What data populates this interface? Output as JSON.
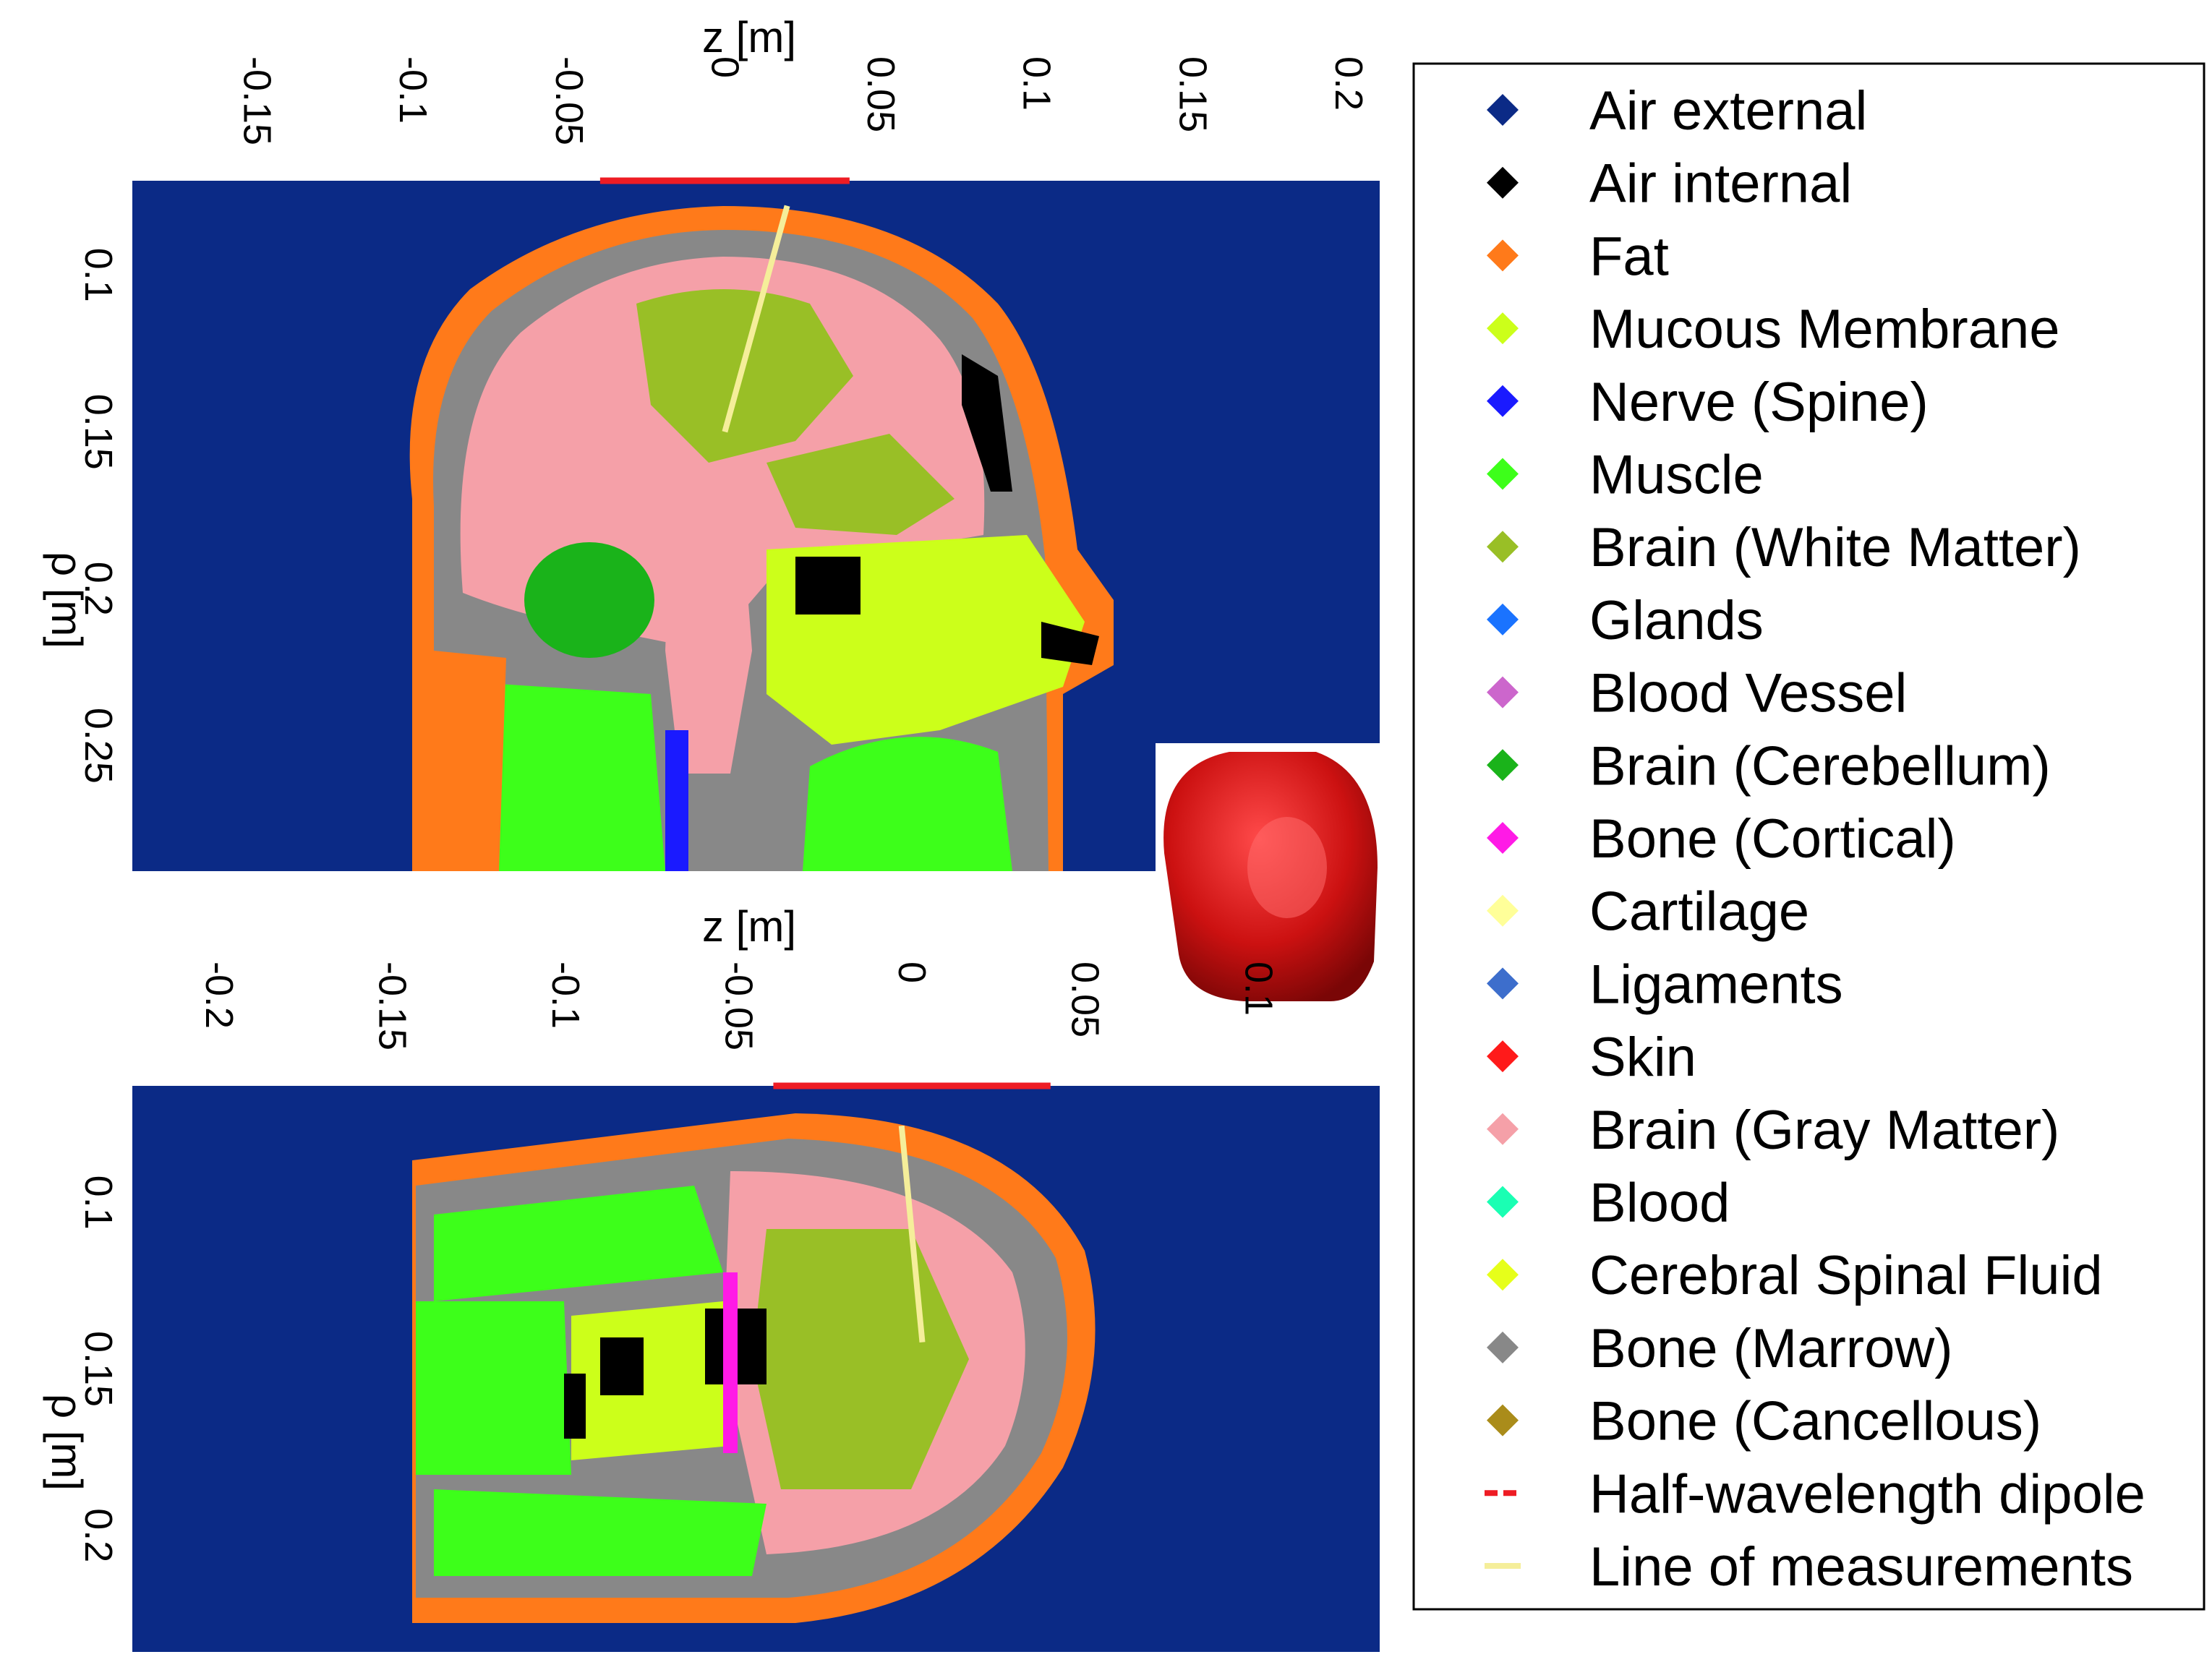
{
  "colors": {
    "background_region": "#0b2a86",
    "legend_border": "#000000",
    "head_inset": "#cc1111"
  },
  "chart_data": [
    {
      "type": "heatmap",
      "panel": "sagittal",
      "xlabel": "z [m]",
      "ylabel": "ρ [m]",
      "x_ticks": [
        "-0.15",
        "-0.1",
        "-0.05",
        "0",
        "0.05",
        "0.1",
        "0.15",
        "0.2"
      ],
      "x_tick_values": [
        -0.15,
        -0.1,
        -0.05,
        0,
        0.05,
        0.1,
        0.15,
        0.2
      ],
      "y_ticks": [
        "0.1",
        "0.15",
        "0.2",
        "0.25"
      ],
      "y_tick_values": [
        0.1,
        0.15,
        0.2,
        0.25
      ],
      "xlim": [
        -0.19,
        0.21
      ],
      "ylim": [
        0.07,
        0.29
      ],
      "dipole": {
        "z_start": -0.04,
        "z_end": 0.04
      },
      "measurement_line": {
        "z0": 0.02,
        "rho0": 0.078,
        "z1": 0.0,
        "rho1": 0.15
      }
    },
    {
      "type": "heatmap",
      "panel": "transverse",
      "xlabel": "z [m]",
      "ylabel": "ρ [m]",
      "x_ticks": [
        "-0.2",
        "-0.15",
        "-0.1",
        "-0.05",
        "0",
        "0.05",
        "0.1"
      ],
      "x_tick_values": [
        -0.2,
        -0.15,
        -0.1,
        -0.05,
        0,
        0.05,
        0.1
      ],
      "y_ticks": [
        "0.1",
        "0.15",
        "0.2"
      ],
      "y_tick_values": [
        0.1,
        0.15,
        0.2
      ],
      "xlim": [
        -0.225,
        0.135
      ],
      "ylim": [
        0.065,
        0.235
      ],
      "dipole": {
        "z_start": -0.04,
        "z_end": 0.04
      },
      "measurement_line": {
        "z0": -0.003,
        "rho0": 0.077,
        "z1": 0.003,
        "rho1": 0.142
      }
    }
  ],
  "legend": {
    "items": [
      {
        "label": "Air external",
        "color": "#0b2a86",
        "marker": "diamond"
      },
      {
        "label": "Air internal",
        "color": "#000000",
        "marker": "diamond"
      },
      {
        "label": "Fat",
        "color": "#ff7a1a",
        "marker": "diamond"
      },
      {
        "label": "Mucous Membrane",
        "color": "#ccff1a",
        "marker": "diamond"
      },
      {
        "label": "Nerve (Spine)",
        "color": "#1a1aff",
        "marker": "diamond"
      },
      {
        "label": "Muscle",
        "color": "#3dff1a",
        "marker": "diamond"
      },
      {
        "label": "Brain (White Matter)",
        "color": "#99bf26",
        "marker": "diamond"
      },
      {
        "label": "Glands",
        "color": "#1a73ff",
        "marker": "diamond"
      },
      {
        "label": "Blood Vessel",
        "color": "#cc66cc",
        "marker": "diamond"
      },
      {
        "label": "Brain (Cerebellum)",
        "color": "#1ab31a",
        "marker": "diamond"
      },
      {
        "label": "Bone (Cortical)",
        "color": "#ff1ae6",
        "marker": "diamond"
      },
      {
        "label": "Cartilage",
        "color": "#ffff99",
        "marker": "diamond"
      },
      {
        "label": "Ligaments",
        "color": "#3d6ecc",
        "marker": "diamond"
      },
      {
        "label": "Skin",
        "color": "#ff1a1a",
        "marker": "diamond"
      },
      {
        "label": "Brain (Gray Matter)",
        "color": "#f5a0a8",
        "marker": "diamond"
      },
      {
        "label": "Blood",
        "color": "#1affb3",
        "marker": "diamond"
      },
      {
        "label": "Cerebral Spinal Fluid",
        "color": "#e6ff1a",
        "marker": "diamond"
      },
      {
        "label": "Bone (Marrow)",
        "color": "#888888",
        "marker": "diamond"
      },
      {
        "label": "Bone (Cancellous)",
        "color": "#aa8c1a",
        "marker": "diamond"
      },
      {
        "label": "Half-wavelength dipole",
        "color": "#ee1c24",
        "marker": "dashed-line"
      },
      {
        "label": "Line of measurements",
        "color": "#f5ee9a",
        "marker": "line"
      }
    ]
  }
}
